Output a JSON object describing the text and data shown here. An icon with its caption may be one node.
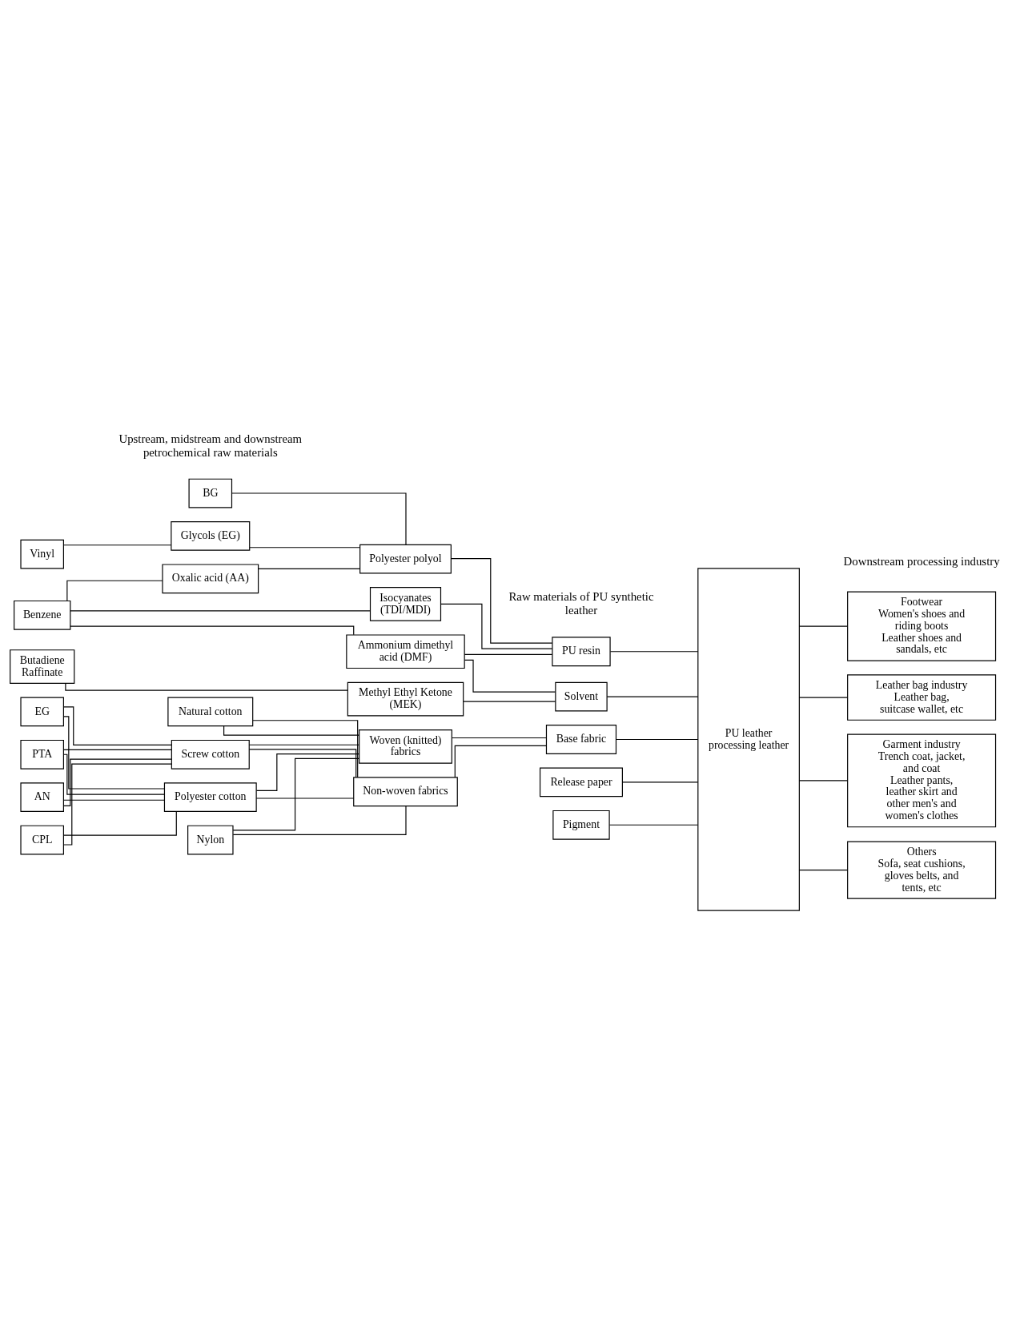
{
  "diagram": {
    "nodes": [
      {
        "text": [
          "BG"
        ]
      },
      {
        "text": [
          "Vinyl"
        ]
      },
      {
        "text": [
          "Glycols (EG)"
        ]
      },
      {
        "text": [
          "Polyester polyol"
        ]
      },
      {
        "text": [
          "Oxalic acid (AA)"
        ]
      },
      {
        "text": [
          "PU resin"
        ]
      },
      {
        "text": [
          "Isocyanates (TDI/MDI)"
        ]
      },
      {
        "text": [
          "Benzene"
        ]
      },
      {
        "text": [
          "Ammonium dimethyl acid (DMF)"
        ]
      },
      {
        "text": [
          "PU leather processing leather"
        ]
      },
      {
        "text": [
          "Footwear",
          "Women's shoes and riding boots",
          "Leather shoes and sandals, etc"
        ]
      },
      {
        "text": [
          "Leather bag industry",
          "Leather bag, suitcase wallet, etc"
        ]
      },
      {
        "text": [
          "Solvent"
        ]
      },
      {
        "text": [
          "Butadiene",
          "Raffinate"
        ]
      },
      {
        "text": [
          "Methyl Ethyl Ketone (MEK)"
        ]
      },
      {
        "text": [
          "Garment industry",
          "Trench coat, jacket, and coat",
          "Leather pants, leather skirt and other men's and women's clothes"
        ]
      },
      {
        "text": [
          "Natural cotton"
        ]
      },
      {
        "text": [
          "Woven (knitted) fabrics"
        ]
      },
      {
        "text": [
          "Base fabric"
        ]
      },
      {
        "text": [
          "Others",
          "Sofa, seat cushions, gloves belts, and tents, etc"
        ]
      },
      {
        "text": [
          "EG"
        ]
      },
      {
        "text": [
          "Screw cotton"
        ]
      },
      {
        "text": [
          "Non-woven fabrics"
        ]
      },
      {
        "text": [
          "Release paper"
        ]
      },
      {
        "text": [
          "PTA"
        ]
      },
      {
        "text": [
          "Polyester cotton"
        ]
      },
      {
        "text": [
          "Pigment"
        ]
      },
      {
        "text": [
          "AN"
        ]
      },
      {
        "text": [
          "Nylon"
        ]
      },
      {
        "text": [
          "CPL"
        ]
      }
    ],
    "edges": [
      {
        "from": 0,
        "to": 3,
        "arrow": "none"
      },
      {
        "from": 1,
        "to": 2,
        "arrow": "none"
      },
      {
        "from": 2,
        "to": 3,
        "arrow": "none"
      },
      {
        "from": 4,
        "to": 3,
        "arrow": "none"
      },
      {
        "from": 7,
        "to": 4,
        "arrow": "none"
      },
      {
        "from": 7,
        "to": 6,
        "arrow": "none"
      },
      {
        "from": 7,
        "to": 8,
        "arrow": "none"
      },
      {
        "from": 3,
        "to": 5,
        "arrow": "none"
      },
      {
        "from": 6,
        "to": 5,
        "arrow": "none"
      },
      {
        "from": 8,
        "to": 5,
        "arrow": "none"
      },
      {
        "from": 8,
        "to": 12,
        "arrow": "none"
      },
      {
        "from": 14,
        "to": 12,
        "arrow": "none"
      },
      {
        "from": 13,
        "to": 14,
        "arrow": "none"
      },
      {
        "from": 16,
        "to": 17,
        "arrow": "none"
      },
      {
        "from": 16,
        "to": 22,
        "arrow": "none"
      },
      {
        "from": 21,
        "to": 17,
        "arrow": "none"
      },
      {
        "from": 21,
        "to": 22,
        "arrow": "none"
      },
      {
        "from": 25,
        "to": 17,
        "arrow": "none"
      },
      {
        "from": 25,
        "to": 22,
        "arrow": "none"
      },
      {
        "from": 28,
        "to": 17,
        "arrow": "none"
      },
      {
        "from": 28,
        "to": 22,
        "arrow": "none"
      },
      {
        "from": 20,
        "to": 21,
        "arrow": "none"
      },
      {
        "from": 20,
        "to": 25,
        "arrow": "none"
      },
      {
        "from": 24,
        "to": 21,
        "arrow": "none"
      },
      {
        "from": 24,
        "to": 25,
        "arrow": "none"
      },
      {
        "from": 27,
        "to": 21,
        "arrow": "none"
      },
      {
        "from": 27,
        "to": 25,
        "arrow": "none"
      },
      {
        "from": 29,
        "to": 21,
        "arrow": "none"
      },
      {
        "from": 29,
        "to": 25,
        "arrow": "none"
      },
      {
        "from": 17,
        "to": 18,
        "arrow": "none"
      },
      {
        "from": 22,
        "to": 18,
        "arrow": "none"
      },
      {
        "from": 5,
        "to": 9,
        "arrow": "none"
      },
      {
        "from": 12,
        "to": 9,
        "arrow": "none"
      },
      {
        "from": 18,
        "to": 9,
        "arrow": "none"
      },
      {
        "from": 23,
        "to": 9,
        "arrow": "none"
      },
      {
        "from": 26,
        "to": 9,
        "arrow": "none"
      },
      {
        "from": 9,
        "to": 10,
        "arrow": "none"
      },
      {
        "from": 9,
        "to": 11,
        "arrow": "none"
      },
      {
        "from": 9,
        "to": 15,
        "arrow": "none"
      },
      {
        "from": 9,
        "to": 19,
        "arrow": "none"
      }
    ],
    "labels": [
      "Upstream, midstream and downstream petrochemical raw materials",
      "Raw materials of PU synthetic leather",
      "Downstream processing industry"
    ]
  }
}
